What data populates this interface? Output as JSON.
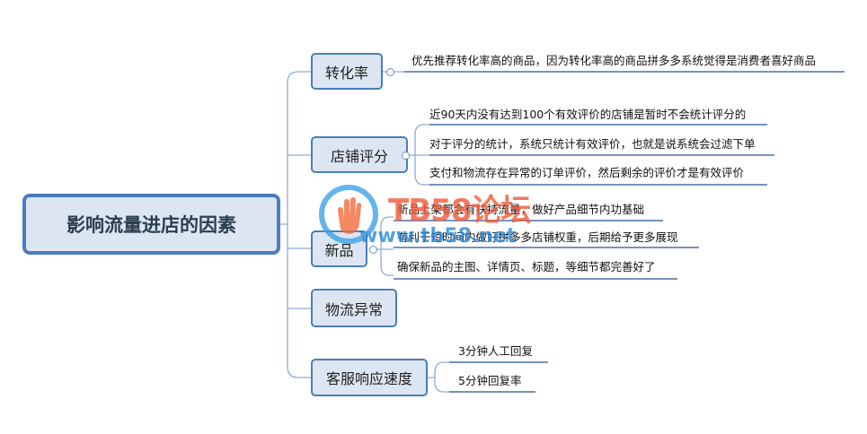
{
  "root": {
    "label": "影响流量进店的因素"
  },
  "branches": [
    {
      "label": "转化率",
      "children": [
        "优先推荐转化率高的商品，因为转化率高的商品拼多多系统觉得是消费者喜好商品"
      ]
    },
    {
      "label": "店铺评分",
      "children": [
        "近90天内没有达到100个有效评价的店铺是暂时不会统计评分的",
        "对于评分的统计，系统只统计有效评价，也就是说系统会过滤下单",
        "支付和物流存在异常的订单评价，然后剩余的评价才是有效评价"
      ]
    },
    {
      "label": "新品",
      "children": [
        "新品上架都会有扶持流量，做好产品细节内功基础",
        "有利于短时间内做好拼多多店铺权重，后期给予更多展现",
        "确保新品的主图、详情页、标题，等细节都完善好了"
      ]
    },
    {
      "label": "物流异常",
      "children": []
    },
    {
      "label": "客服响应速度",
      "children": [
        "3分钟人工回复",
        "5分钟回复率"
      ]
    }
  ],
  "watermark": {
    "title": "TB58论坛",
    "url": "www.tb58.net"
  },
  "colors": {
    "node_fill": "#dce6f2",
    "node_border": "#4a7ebb",
    "connector": "#8eaadb",
    "underline": "#4a6fa5"
  }
}
